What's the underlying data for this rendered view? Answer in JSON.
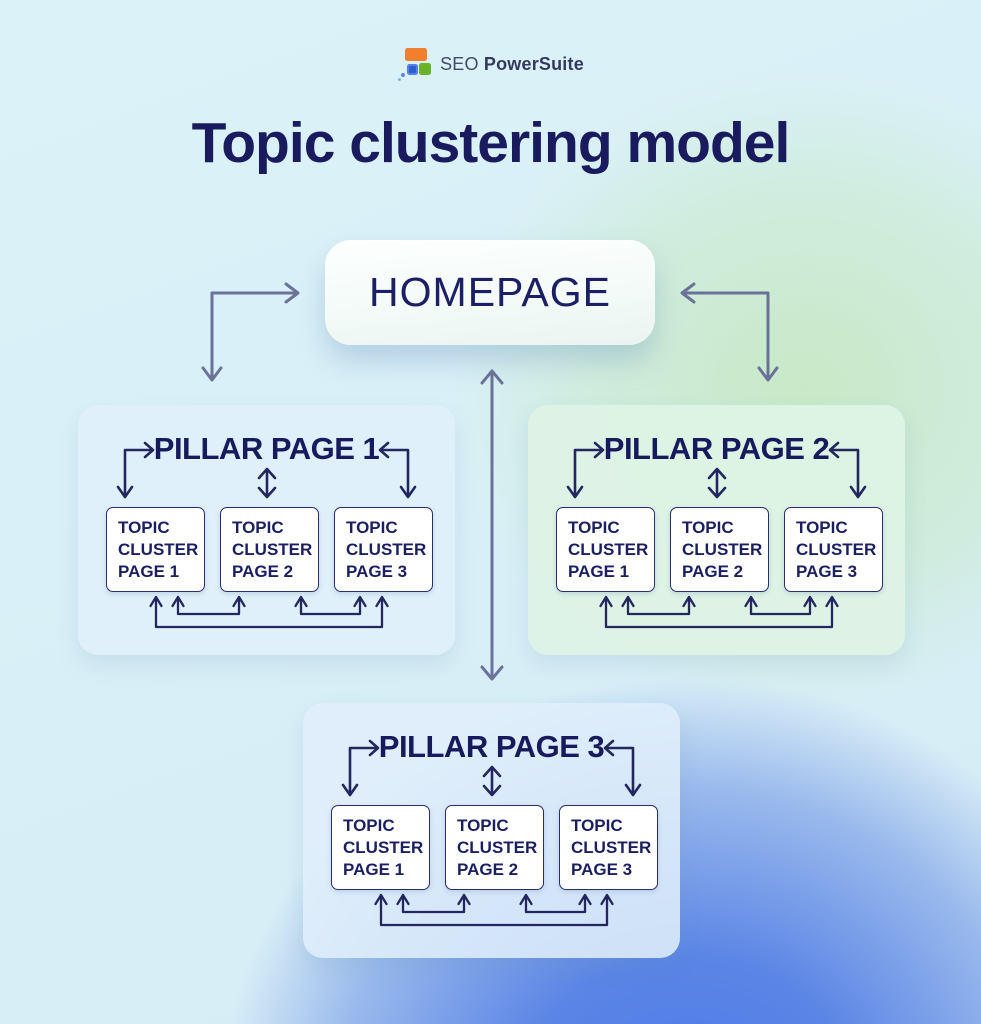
{
  "brand": {
    "name_regular": "SEO",
    "name_bold": "PowerSuite"
  },
  "title": "Topic clustering model",
  "homepage_label": "HOMEPAGE",
  "panels": [
    {
      "title": "PILLAR PAGE 1",
      "boxes": [
        [
          "TOPIC",
          "CLUSTER",
          "PAGE 1"
        ],
        [
          "TOPIC",
          "CLUSTER",
          "PAGE 2"
        ],
        [
          "TOPIC",
          "CLUSTER",
          "PAGE 3"
        ]
      ]
    },
    {
      "title": "PILLAR PAGE 2",
      "boxes": [
        [
          "TOPIC",
          "CLUSTER",
          "PAGE 1"
        ],
        [
          "TOPIC",
          "CLUSTER",
          "PAGE 2"
        ],
        [
          "TOPIC",
          "CLUSTER",
          "PAGE 3"
        ]
      ]
    },
    {
      "title": "PILLAR PAGE 3",
      "boxes": [
        [
          "TOPIC",
          "CLUSTER",
          "PAGE 1"
        ],
        [
          "TOPIC",
          "CLUSTER",
          "PAGE 2"
        ],
        [
          "TOPIC",
          "CLUSTER",
          "PAGE 3"
        ]
      ]
    }
  ],
  "colors": {
    "title_navy": "#191b5e",
    "box_text_navy": "#1b1f62",
    "box_border_navy": "#2a2e6e",
    "outer_arrow_slate": "#6b7199",
    "inner_arrow_navy": "#23265f",
    "panel_blue": "#dff0fa",
    "panel_green": "#def3e5",
    "background_cyan": "#d9f0f7",
    "background_green": "#c6e9c4",
    "background_blue": "#4c79e6",
    "logo_orange": "#f07f2e",
    "logo_blue": "#3f6ce0",
    "logo_green": "#6ab327"
  }
}
